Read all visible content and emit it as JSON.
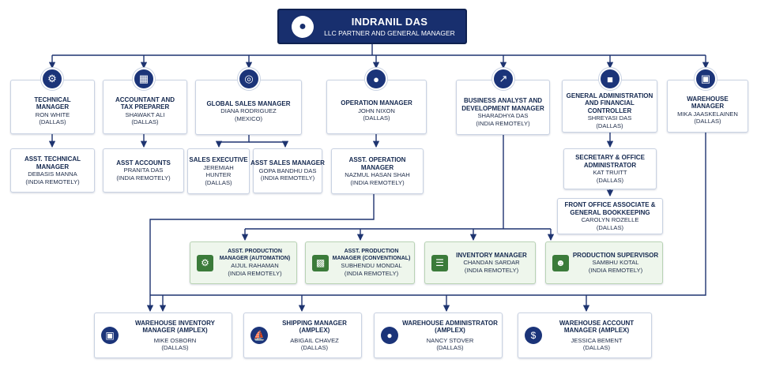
{
  "root": {
    "name": "INDRANIL DAS",
    "role": "LLC PARTNER AND GENERAL MANAGER",
    "icon": "person-icon"
  },
  "managers": [
    {
      "title": "TECHNICAL MANAGER",
      "name": "RON WHITE",
      "location": "(DALLAS)",
      "icon": "gear-icon"
    },
    {
      "title": "ACCOUNTANT AND TAX PREPARER",
      "name": "SHAWAKT ALI",
      "location": "(DALLAS)",
      "icon": "calculator-icon"
    },
    {
      "title": "GLOBAL SALES MANAGER",
      "name": "DIANA RODRIGUEZ",
      "location": "(MEXICO)",
      "icon": "globe-icon"
    },
    {
      "title": "OPERATION MANAGER",
      "name": "JOHN NIXON",
      "location": "(DALLAS)",
      "icon": "person-icon"
    },
    {
      "title": "BUSINESS ANALYST AND DEVELOPMENT MANAGER",
      "name": "SHARADHYA DAS",
      "location": "(INDIA REMOTELY)",
      "icon": "chart-icon"
    },
    {
      "title": "GENERAL ADMINISTRATION AND FINANCIAL CONTROLLER",
      "name": "SHREYASI DAS",
      "location": "(DALLAS)",
      "icon": "briefcase-icon"
    },
    {
      "title": "WAREHOUSE MANAGER",
      "name": "MIKA JAASKELAINEN",
      "location": "(DALLAS)",
      "icon": "warehouse-icon"
    }
  ],
  "subordinates": {
    "asst_technical": {
      "title": "ASST. TECHNICAL MANAGER",
      "name": "DEBASIS MANNA",
      "location": "(INDIA REMOTELY)"
    },
    "asst_accounts": {
      "title": "ASST ACCOUNTS",
      "name": "PRANITA DAS",
      "location": "(INDIA REMOTELY)"
    },
    "sales_executive": {
      "title": "SALES EXECUTIVE",
      "name": "JEREMIAH HUNTER",
      "location": "(DALLAS)"
    },
    "asst_sales": {
      "title": "ASST SALES MANAGER",
      "name": "GOPA BANDHU DAS",
      "location": "(INDIA REMOTELY)"
    },
    "asst_operation": {
      "title": "ASST. OPERATION MANAGER",
      "name": "NAZMUL HASAN SHAH",
      "location": "(INDIA REMOTELY)"
    },
    "secretary": {
      "title": "SECRETARY & OFFICE ADMINISTRATOR",
      "name": "KAT TRUITT",
      "location": "(DALLAS)"
    },
    "front_office": {
      "title": "FRONT OFFICE ASSOCIATE & GENERAL BOOKKEEPING",
      "name": "CAROLYN ROZELLE",
      "location": "(DALLAS)"
    }
  },
  "production": [
    {
      "title": "ASST. PRODUCTION MANAGER (AUTOMATION)",
      "name": "AIJUL RAHAMAN",
      "location": "(INDIA REMOTELY)",
      "icon": "gear-cluster-icon"
    },
    {
      "title": "ASST. PRODUCTION MANAGER (CONVENTIONAL)",
      "name": "SUBHENDU MONDAL",
      "location": "(INDIA REMOTELY)",
      "icon": "factory-icon"
    },
    {
      "title": "INVENTORY MANAGER",
      "name": "CHANDAN SARDAR",
      "location": "(INDIA REMOTELY)",
      "icon": "clipboard-icon"
    },
    {
      "title": "PRODUCTION SUPERVISOR",
      "name": "SAMBHU KOTAL",
      "location": "(INDIA REMOTELY)",
      "icon": "team-icon"
    }
  ],
  "warehouse": [
    {
      "title": "WAREHOUSE INVENTORY MANAGER (AMPLEX)",
      "name": "MIKE OSBORN",
      "location": "(DALLAS)",
      "icon": "warehouse-icon"
    },
    {
      "title": "SHIPPING MANAGER (AMPLEX)",
      "name": "ABIGAIL CHAVEZ",
      "location": "(DALLAS)",
      "icon": "ship-icon"
    },
    {
      "title": "WAREHOUSE ADMINISTRATOR (AMPLEX)",
      "name": "NANCY STOVER",
      "location": "(DALLAS)",
      "icon": "person-icon"
    },
    {
      "title": "WAREHOUSE ACCOUNT MANAGER (AMPLEX)",
      "name": "JESSICA BEMENT",
      "location": "(DALLAS)",
      "icon": "dollar-icon"
    }
  ],
  "colors": {
    "navy": "#182f6e",
    "connector": "#1e3470",
    "green_fill": "#eef6ec",
    "green_icon": "#3b7b3a"
  }
}
